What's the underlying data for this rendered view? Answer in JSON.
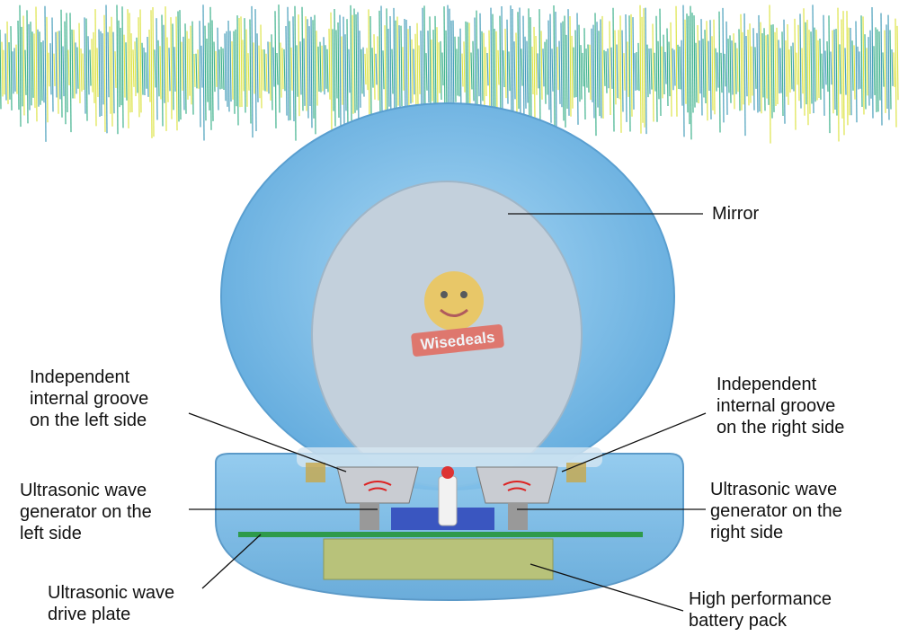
{
  "labels": {
    "mirror": "Mirror",
    "groove_left": [
      "Independent",
      "internal groove",
      "on the left side"
    ],
    "groove_right": [
      "Independent",
      "internal groove",
      "on the right side"
    ],
    "generator_left": [
      "Ultrasonic wave",
      "generator on the",
      "left side"
    ],
    "generator_right": [
      "Ultrasonic wave",
      "generator on the",
      "right side"
    ],
    "drive_plate": [
      "Ultrasonic wave",
      "drive plate"
    ],
    "battery": [
      "High performance",
      "battery pack"
    ]
  },
  "watermark": "Wisedeals",
  "colors": {
    "lid": "#7ec0e8",
    "mirror": "#c3d0dc",
    "board": "#2e9a4a",
    "battery": "#b8c27a",
    "wave_green": "#1fa57a",
    "wave_yellow": "#d8e02a",
    "wave_teal": "#2a8fb0"
  }
}
